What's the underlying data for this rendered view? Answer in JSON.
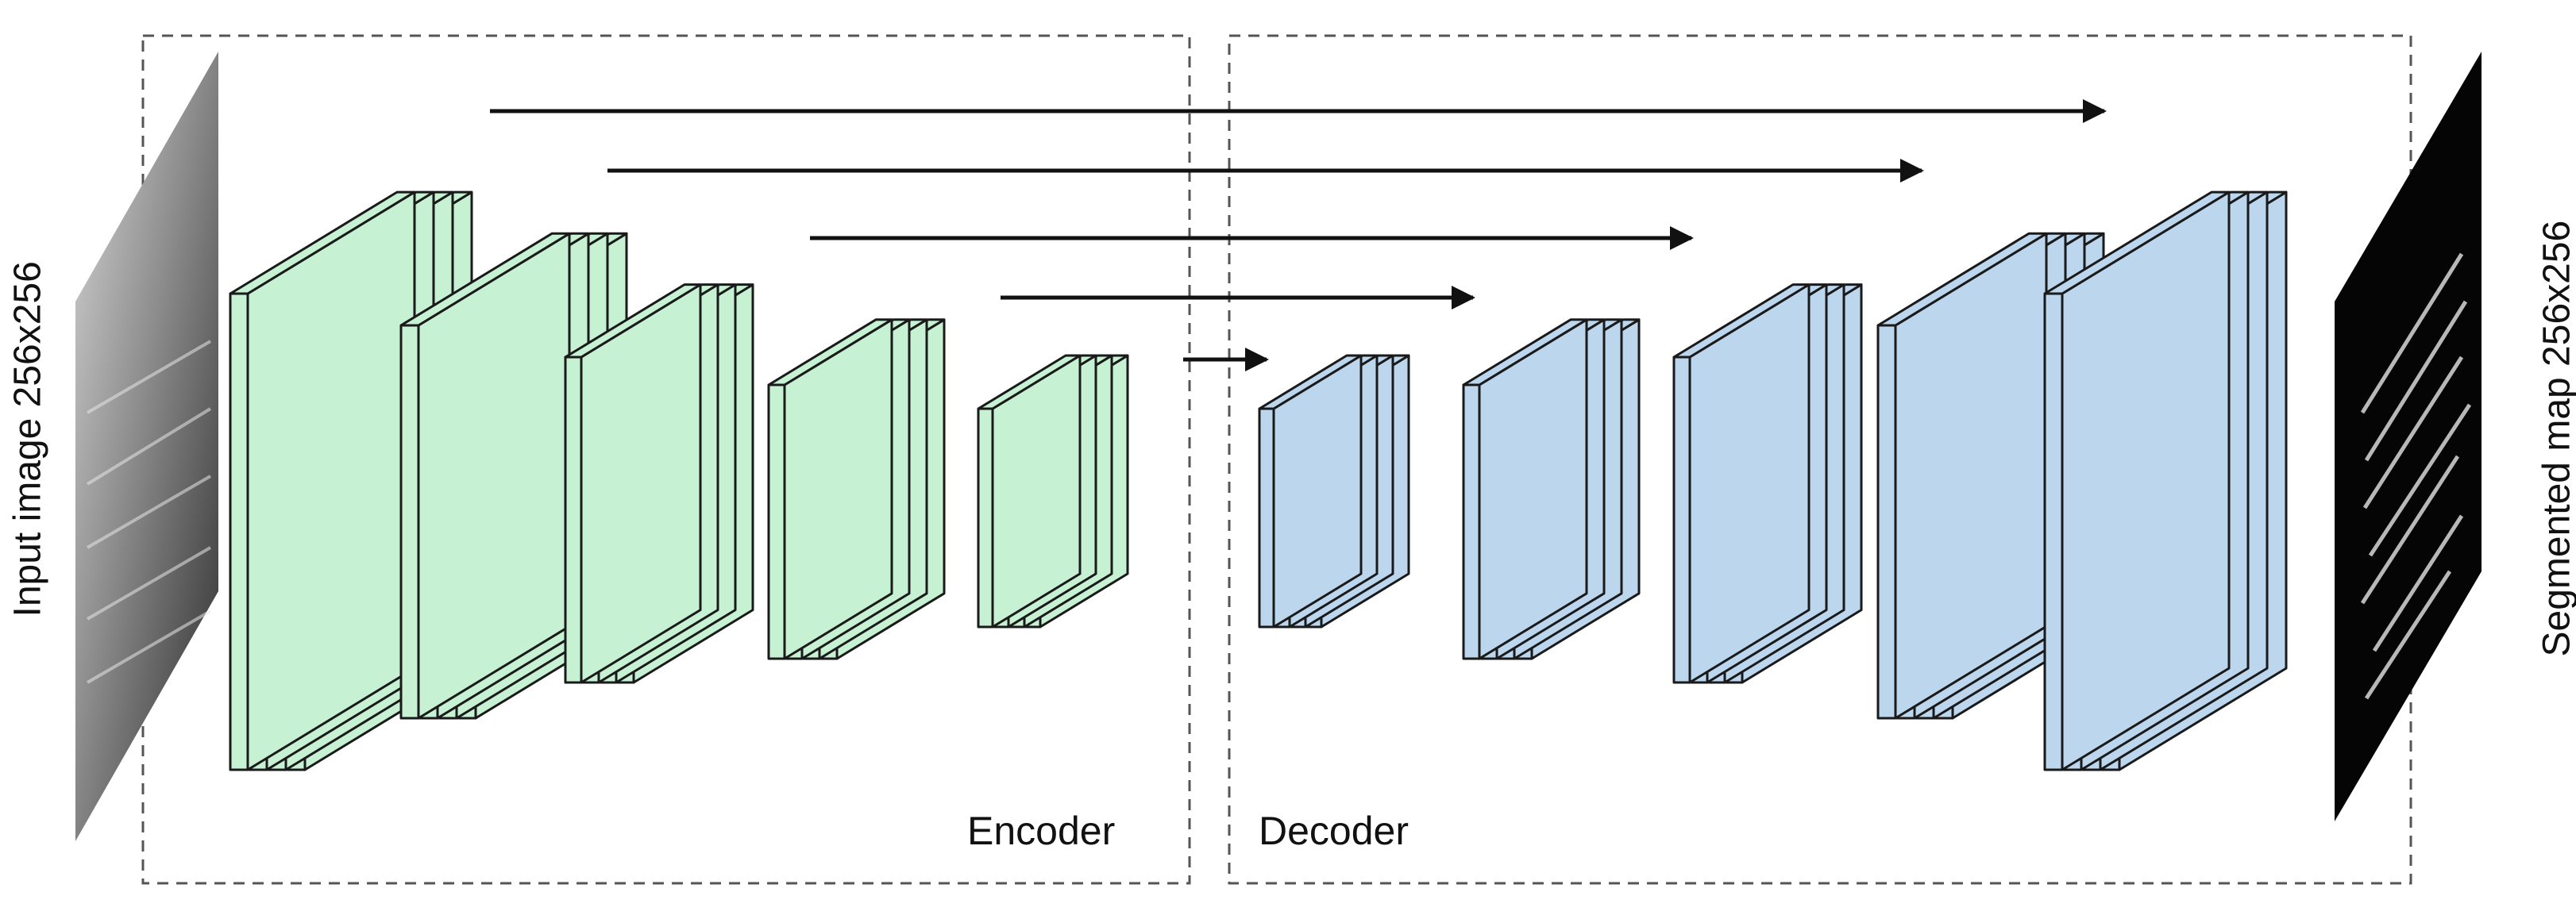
{
  "labels": {
    "input": "Input image 256x256",
    "output": "Segmented map 256x256",
    "encoder": "Encoder",
    "decoder": "Decoder"
  },
  "colors": {
    "encoder_fill": "#c6f1d3",
    "decoder_fill": "#bcd6ee",
    "outline": "#1a1a1a",
    "dashed_box": "#555555",
    "arrow": "#111111"
  },
  "structure": {
    "encoder_stages": 5,
    "decoder_stages": 5,
    "layers_per_stage": 4,
    "skip_connections": 5
  }
}
